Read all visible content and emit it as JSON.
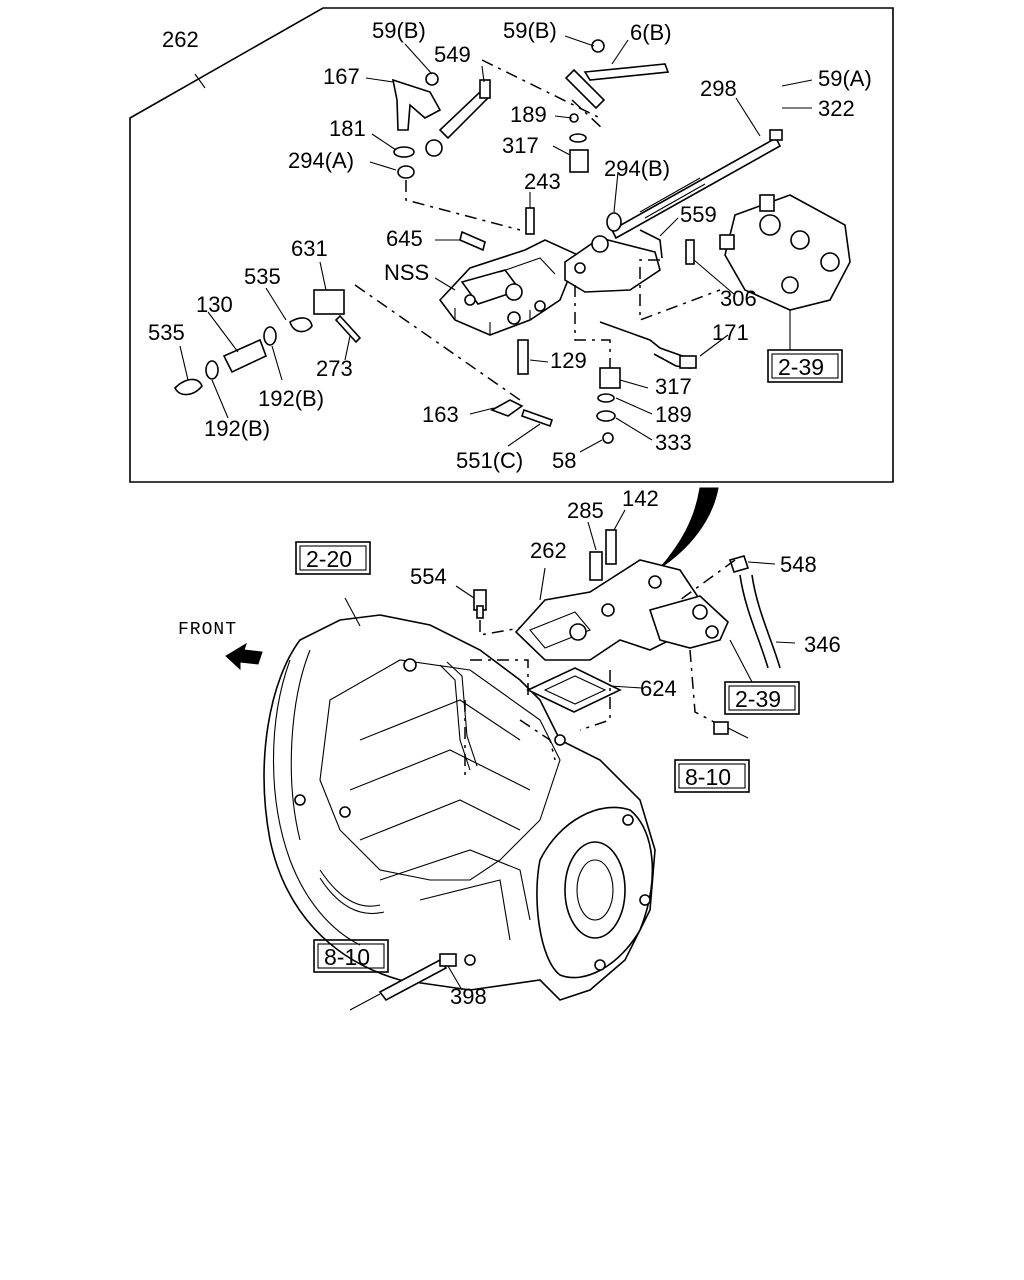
{
  "diagram": {
    "callouts": {
      "c262_top": "262",
      "c59b_a": "59(B)",
      "c549": "549",
      "c59b_b": "59(B)",
      "c6b": "6(B)",
      "c167": "167",
      "c298": "298",
      "c59a": "59(A)",
      "c322": "322",
      "c189_a": "189",
      "c181": "181",
      "c317_a": "317",
      "c294a": "294(A)",
      "c294b": "294(B)",
      "c243": "243",
      "c559": "559",
      "c645": "645",
      "c631": "631",
      "cNSS": "NSS",
      "c535_a": "535",
      "c306": "306",
      "c130": "130",
      "c535_b": "535",
      "c171": "171",
      "c273": "273",
      "c129": "129",
      "c192b_a": "192(B)",
      "c317_b": "317",
      "c192b_b": "192(B)",
      "c163": "163",
      "c189_b": "189",
      "c333": "333",
      "c551c": "551(C)",
      "c58": "58",
      "c142": "142",
      "c285": "285",
      "c262_bottom": "262",
      "c554": "554",
      "c548": "548",
      "c346": "346",
      "c624": "624",
      "c398": "398"
    },
    "refboxes": {
      "r239_top": "2-39",
      "r220": "2-20",
      "r239_bottom": "2-39",
      "r810_right": "8-10",
      "r810_left": "8-10"
    },
    "front_label": "FRONT",
    "icons": {
      "front_arrow": "front-arrow-icon"
    }
  }
}
